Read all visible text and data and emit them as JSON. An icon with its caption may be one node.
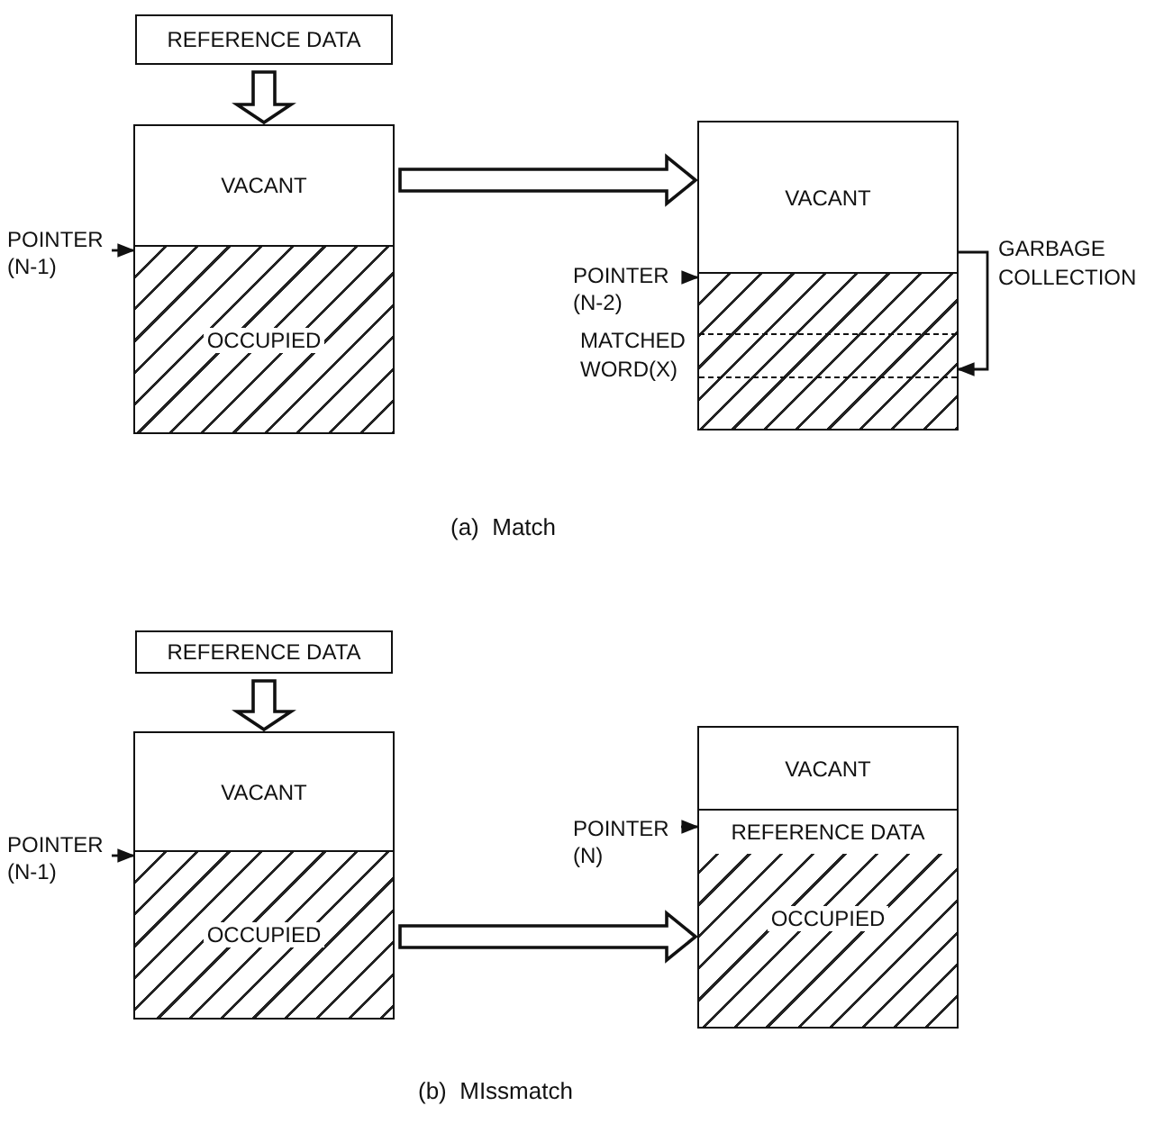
{
  "diagram": {
    "nodes": [
      {
        "text": [
          "REFERENCE DATA"
        ]
      },
      {
        "text": [],
        "shape": "box"
      },
      {
        "text": [
          "VACANT"
        ],
        "in": 1
      },
      {
        "text": [
          "OCCUPIED"
        ],
        "in": 1
      },
      {
        "text": [
          "POINTER (N-1)"
        ]
      },
      {
        "text": [],
        "shape": "box"
      },
      {
        "text": [
          "VACANT"
        ],
        "in": 5
      },
      {
        "text": [],
        "shape": "box",
        "in": 5
      },
      {
        "text": [],
        "shape": "box",
        "in": 7,
        "beside": [
          "MATCHED WORD(X)"
        ]
      },
      {
        "text": [
          "POINTER (N-2)"
        ]
      },
      {
        "text": [
          "REFERENCE DATA"
        ]
      },
      {
        "text": [],
        "shape": "box"
      },
      {
        "text": [
          "VACANT"
        ],
        "in": 11
      },
      {
        "text": [
          "OCCUPIED"
        ],
        "in": 11
      },
      {
        "text": [
          "POINTER (N-1)"
        ]
      },
      {
        "text": [],
        "shape": "box"
      },
      {
        "text": [
          "VACANT"
        ],
        "in": 15
      },
      {
        "text": [
          "OCCUPIED"
        ],
        "in": 15
      },
      {
        "text": [
          "REFERENCE DATA"
        ],
        "in": 17
      },
      {
        "text": [
          "POINTER (N)"
        ]
      }
    ],
    "edges": [
      {
        "from": 0,
        "to": 1,
        "arrow": "to",
        "style": "thick"
      },
      {
        "from": 4,
        "to": 3,
        "arrow": "to"
      },
      {
        "from": 1,
        "to": 5,
        "arrow": "to",
        "style": "thick"
      },
      {
        "from": 9,
        "to": 7,
        "arrow": "to"
      },
      {
        "from": 6,
        "to": 8,
        "arrow": "to",
        "label": "GARBAGE COLLECTION"
      },
      {
        "from": 10,
        "to": 11,
        "arrow": "to",
        "style": "thick"
      },
      {
        "from": 14,
        "to": 13,
        "arrow": "to"
      },
      {
        "from": 11,
        "to": 15,
        "arrow": "to",
        "style": "thick"
      },
      {
        "from": 19,
        "to": 18,
        "arrow": "to"
      }
    ],
    "labels": [
      "(a)  Match",
      "(b)  MIssmatch"
    ]
  }
}
